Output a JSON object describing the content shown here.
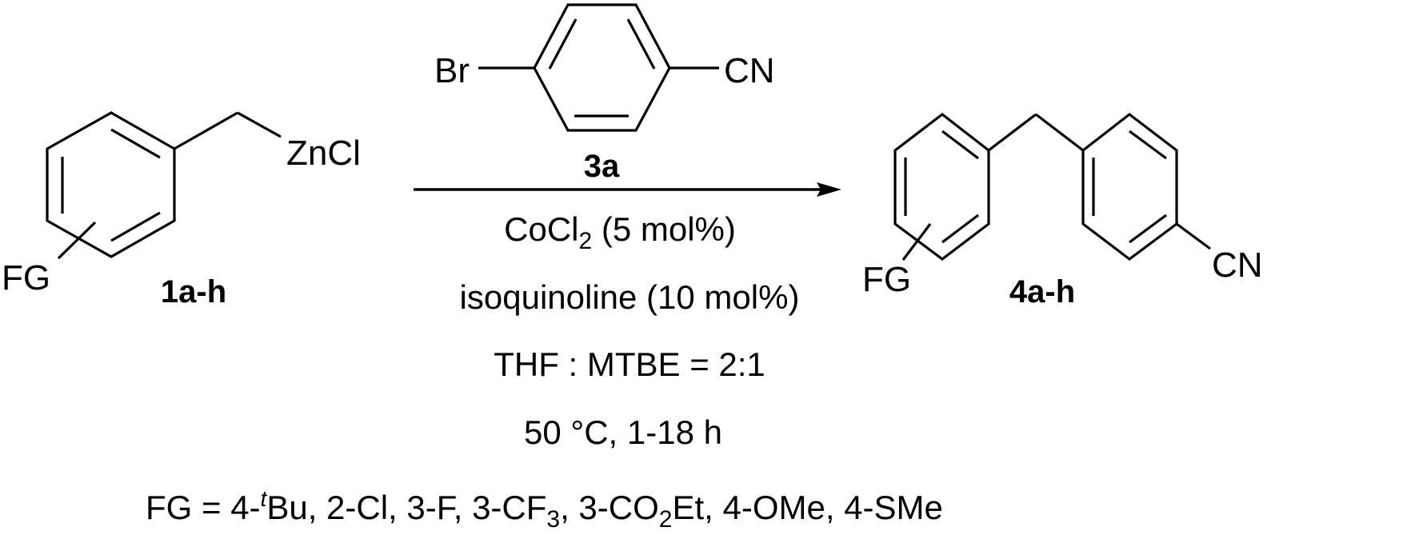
{
  "scheme": {
    "reactant": {
      "label": "1a-h",
      "substituent": "FG",
      "metal_group": "ZnCl"
    },
    "reagent": {
      "label": "3a",
      "left_group": "Br",
      "right_group": "CN"
    },
    "product": {
      "label": "4a-h",
      "substituent": "FG",
      "right_group": "CN"
    },
    "conditions": {
      "catalyst_prefix": "CoCl",
      "catalyst_subscript": "2",
      "catalyst_suffix": " (5 mol%)",
      "ligand": "isoquinoline (10 mol%)",
      "solvent": "THF : MTBE = 2:1",
      "temperature_time": "50 °C, 1-18 h"
    },
    "fg_list": {
      "prefix": "FG = 4-",
      "tbu_sup": "t",
      "part1": "Bu, 2-Cl, 3-F, 3-CF",
      "sub1": "3",
      "part2": ", 3-CO",
      "sub2": "2",
      "part3": "Et, 4-OMe, 4-SMe"
    }
  },
  "colors": {
    "ink": "#000000",
    "background": "#ffffff"
  }
}
